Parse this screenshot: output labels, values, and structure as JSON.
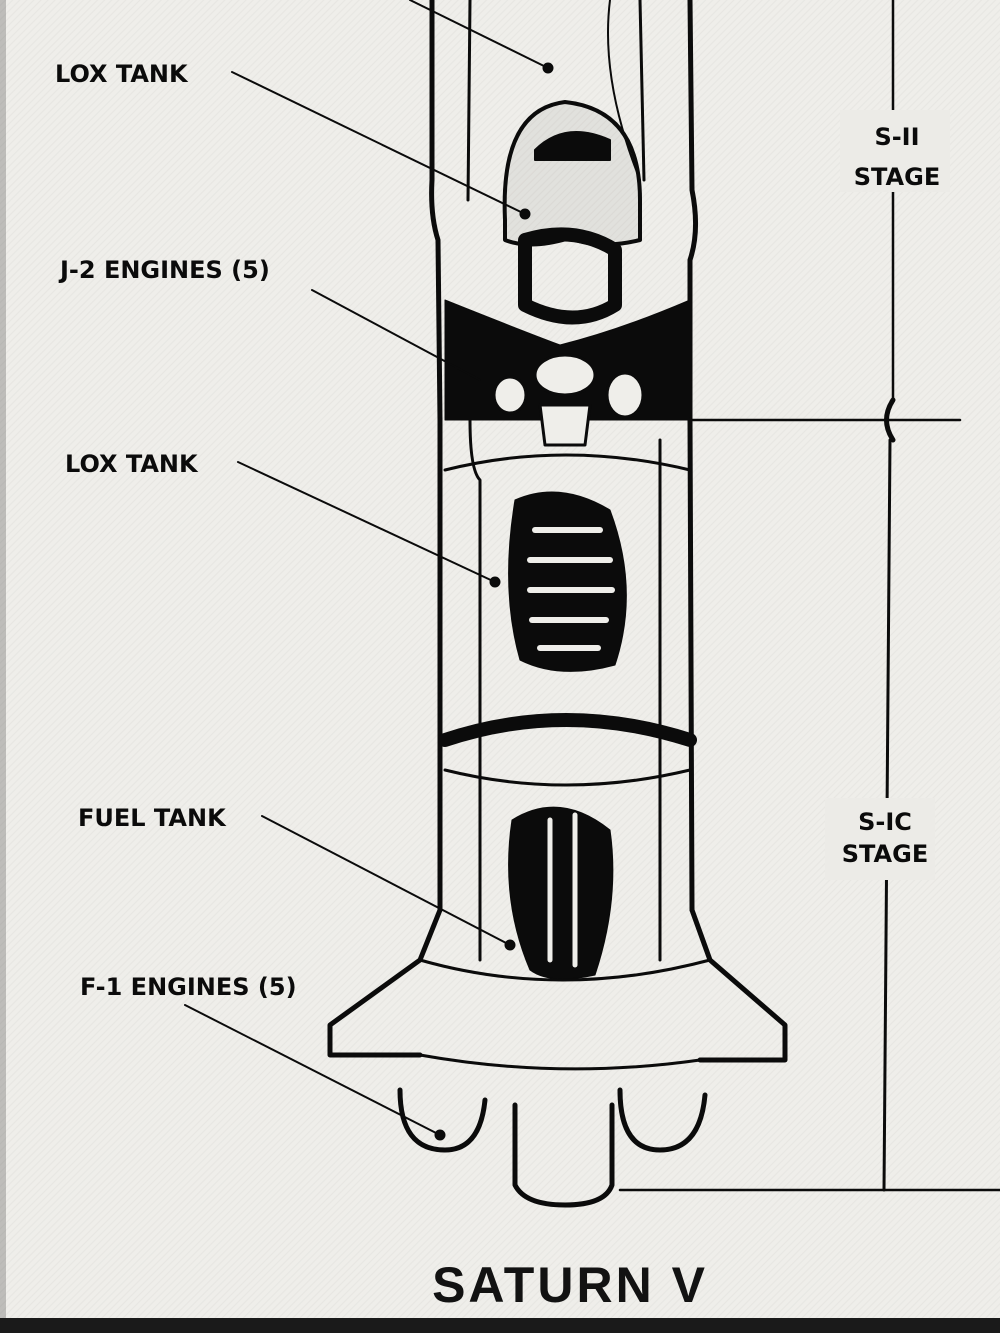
{
  "diagram": {
    "title": "SATURN V",
    "left_labels": [
      {
        "id": "lox-tank-upper",
        "text": "LOX TANK"
      },
      {
        "id": "j2-engines",
        "text": "J-2 ENGINES (5)"
      },
      {
        "id": "lox-tank-lower",
        "text": "LOX TANK"
      },
      {
        "id": "fuel-tank",
        "text": "FUEL TANK"
      },
      {
        "id": "f1-engines",
        "text": "F-1 ENGINES (5)"
      }
    ],
    "stage_labels": [
      {
        "id": "s-ii-stage",
        "line1": "S-II",
        "line2": "STAGE"
      },
      {
        "id": "s-ic-stage",
        "line1": "S-IC",
        "line2": "STAGE"
      }
    ],
    "colors": {
      "ink": "#0b0b0b",
      "background": "#ecebe7",
      "frame": "#1a1a1a"
    }
  }
}
